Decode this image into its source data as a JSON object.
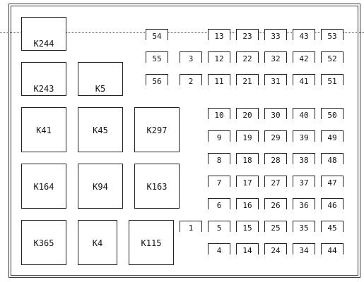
{
  "relays": [
    {
      "id": "K244",
      "label": "K244"
    },
    {
      "id": "K243",
      "label": "K243"
    },
    {
      "id": "K5",
      "label": "K5"
    },
    {
      "id": "K41",
      "label": "K41"
    },
    {
      "id": "K45",
      "label": "K45"
    },
    {
      "id": "K297",
      "label": "K297"
    },
    {
      "id": "K164",
      "label": "K164"
    },
    {
      "id": "K94",
      "label": "K94"
    },
    {
      "id": "K163",
      "label": "K163"
    },
    {
      "id": "K365",
      "label": "K365"
    },
    {
      "id": "K4",
      "label": "K4"
    },
    {
      "id": "K115",
      "label": "K115"
    }
  ],
  "fuses": [
    "54",
    "55",
    "56",
    "3",
    "2",
    "1",
    "13",
    "12",
    "11",
    "10",
    "9",
    "8",
    "7",
    "6",
    "5",
    "4",
    "23",
    "22",
    "21",
    "20",
    "19",
    "18",
    "17",
    "16",
    "15",
    "14",
    "33",
    "32",
    "31",
    "30",
    "29",
    "28",
    "27",
    "26",
    "25",
    "24",
    "43",
    "42",
    "41",
    "40",
    "39",
    "38",
    "37",
    "36",
    "35",
    "34",
    "53",
    "52",
    "51",
    "50",
    "49",
    "48",
    "47",
    "46",
    "45",
    "44"
  ]
}
